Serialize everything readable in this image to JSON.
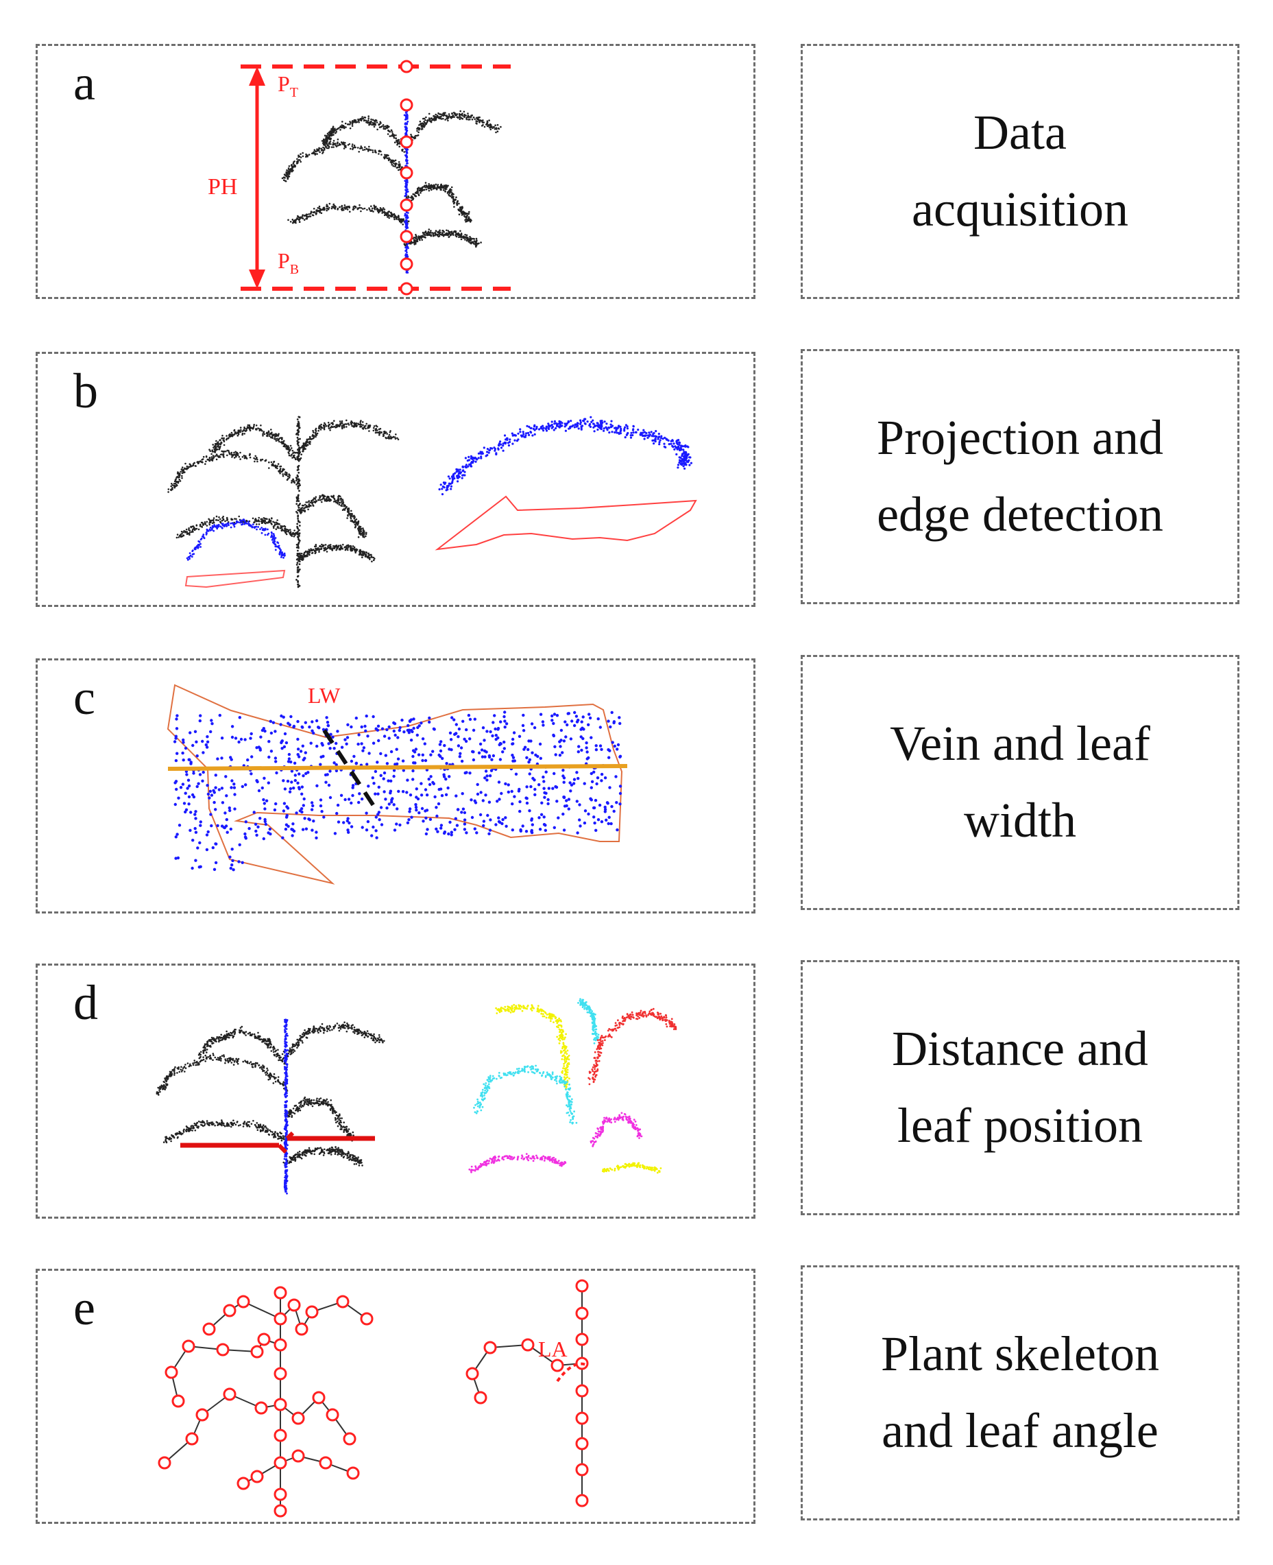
{
  "rows": [
    {
      "letter": "a",
      "label_line1": "Data",
      "label_line2": "acquisition"
    },
    {
      "letter": "b",
      "label_line1": "Projection and",
      "label_line2": "edge detection"
    },
    {
      "letter": "c",
      "label_line1": "Vein and leaf",
      "label_line2": "width"
    },
    {
      "letter": "d",
      "label_line1": "Distance and",
      "label_line2": "leaf position"
    },
    {
      "letter": "e",
      "label_line1": "Plant skeleton",
      "label_line2": "and leaf angle"
    }
  ],
  "annotations": {
    "ph": "PH",
    "pt_main": "P",
    "pt_sub": "T",
    "pb_main": "P",
    "pb_sub": "B",
    "lw": "LW",
    "la": "LA"
  },
  "colors": {
    "border": "#6e6e6e",
    "points_black": "#222222",
    "points_blue": "#1a1aff",
    "annotation_red": "#ff2020",
    "vein_orange": "#e8a020",
    "outline_orange": "#e07040",
    "leaf_yellow": "#f2f200",
    "leaf_cyan": "#40e0f0",
    "leaf_red": "#f03030",
    "leaf_magenta": "#f030e0"
  }
}
